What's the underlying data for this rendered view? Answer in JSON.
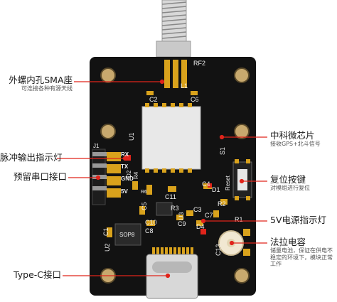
{
  "annotations": {
    "sma": {
      "title": "外螺内孔SMA座",
      "sub": "可连接各种有源天线"
    },
    "chip": {
      "title": "中科微芯片",
      "sub": "接收GPS+北斗信号"
    },
    "pulse": {
      "title": "脉冲输出指示灯"
    },
    "uart": {
      "title": "预留串口接口"
    },
    "reset": {
      "title": "复位按键",
      "sub": "对模组进行复位"
    },
    "power": {
      "title": "5V电源指示灯"
    },
    "farad": {
      "title": "法拉电容",
      "sub": "储量电池，保证在供电不稳定的环境下，模块正常工作"
    },
    "typec": {
      "title": "Type-C接口"
    }
  },
  "board": {
    "silk": {
      "rf2": "RF2",
      "c2": "C2",
      "l1": "L1",
      "c6": "C6",
      "u1": "U1",
      "j1": "J1",
      "rx": "RX",
      "tx": "TX",
      "gnd": "GND",
      "v5": "5V",
      "d2": "D2",
      "r4": "R4",
      "s1": "S1",
      "reset": "Reset",
      "r6": "R6",
      "c11": "C11",
      "c4": "C4",
      "d1": "D1",
      "c5": "C5",
      "r3": "R3",
      "u3": "U3",
      "c3": "C3",
      "r2": "R2",
      "r1": "R1",
      "c10": "C10",
      "c9": "C9",
      "c8": "C8",
      "c7": "C7",
      "d4": "D4",
      "c1": "C1",
      "u2": "U2",
      "sop8": "SOP8",
      "c13": "C13"
    }
  },
  "colors": {
    "pcb": "#111111",
    "gold": "#d9a21c",
    "red_line": "#e0241b",
    "silk": "#f2f2f2"
  }
}
